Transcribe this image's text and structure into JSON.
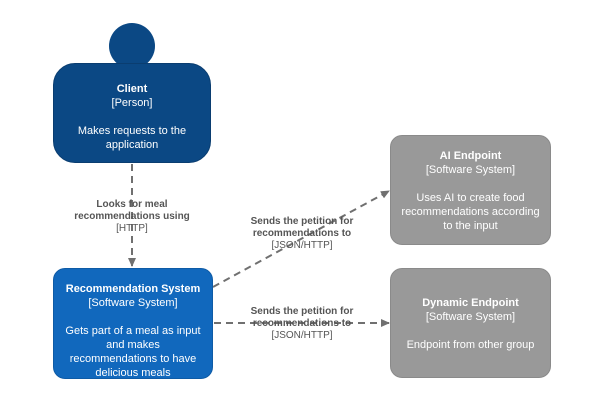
{
  "nodes": {
    "client": {
      "title": "Client",
      "type": "[Person]",
      "description": "Makes requests to the application",
      "color": "#0b4884"
    },
    "recommendation_system": {
      "title": "Recommendation System",
      "type": "[Software System]",
      "description": "Gets part of a meal as input and makes recommendations to have delicious meals",
      "color": "#1168bd"
    },
    "ai_endpoint": {
      "title": "AI Endpoint",
      "type": "[Software System]",
      "description": "Uses AI to create food recommendations according to the input",
      "color": "#999999"
    },
    "dynamic_endpoint": {
      "title": "Dynamic Endpoint",
      "type": "[Software System]",
      "description": "Endpoint from other group",
      "color": "#999999"
    }
  },
  "edges": {
    "client_to_rec": {
      "label": "Looks for meal recommendations using",
      "technology": "[HTTP]"
    },
    "rec_to_ai": {
      "label": "Sends the petition for recommendations to",
      "technology": "[JSON/HTTP]"
    },
    "rec_to_dynamic": {
      "label": "Sends the petition for recommendations to",
      "technology": "[JSON/HTTP]"
    }
  }
}
